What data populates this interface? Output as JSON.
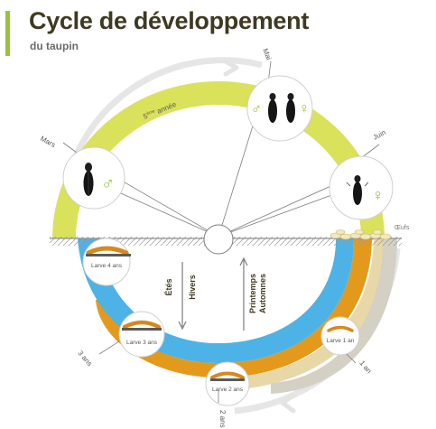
{
  "header": {
    "title": "Cycle de développement",
    "subtitle": "du taupin"
  },
  "colors": {
    "accent": "#9ac23c",
    "year5_ring": "#d9e25a",
    "larva_blue": "#4db3e6",
    "larva_orange": "#e39a1c",
    "larva_tan": "#e8d8a8",
    "soil_gray": "#d5d0c4",
    "cycle_arrow": "#e6e6e6"
  },
  "cycle": {
    "year5_label": "5ème année",
    "year5_label_prefix": "5",
    "year5_label_sup": "ème",
    "year5_label_suffix": " année",
    "months": {
      "mars": "Mars",
      "mai": "Mai",
      "juin": "Juin"
    },
    "eggs_label": "Œufs"
  },
  "nodes": {
    "adult_male_sign": "♂",
    "adult_female_sign": "♀",
    "larva_1": "Larve 1 an",
    "larva_2": "Larve 2 ans",
    "larva_3": "Larve 3 ans",
    "larva_4": "Larve 4 ans"
  },
  "ages": {
    "age_1": "1 an",
    "age_2": "2 ans",
    "age_3": "3 ans"
  },
  "seasons": {
    "summer_winter": [
      "Étés",
      "Hivers"
    ],
    "spring_autumn": [
      "Printemps",
      "Automnes"
    ]
  }
}
